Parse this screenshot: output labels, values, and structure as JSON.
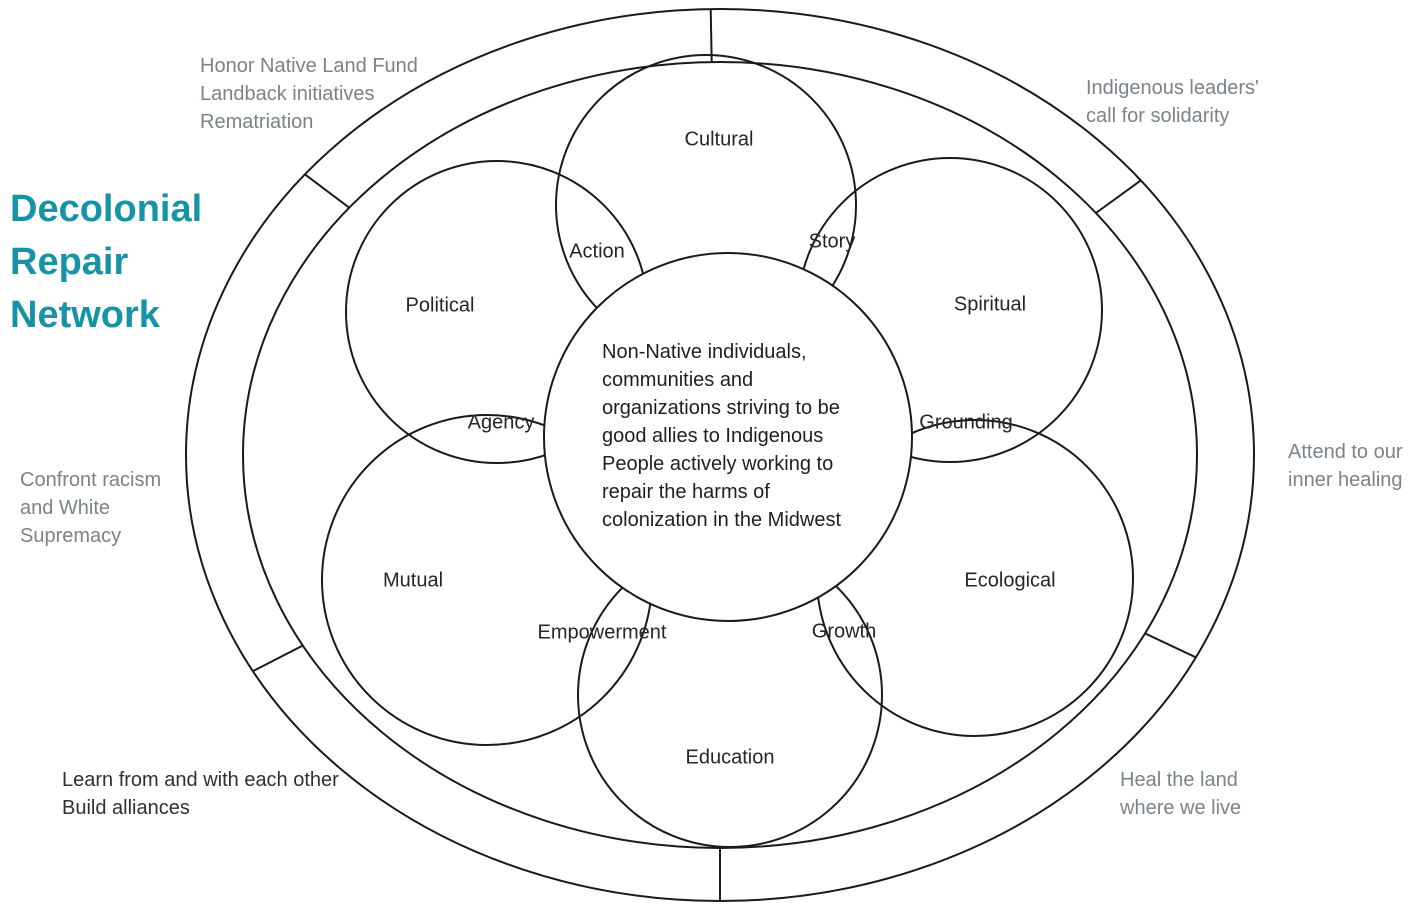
{
  "title": {
    "text": "Decolonial\nRepair\nNetwork",
    "color": "#1793a8"
  },
  "center_circle": {
    "text": "Non-Native individuals, communities and organizations striving to be good allies to Indigenous People actively working to repair the harms of colonization in the Midwest"
  },
  "petals": [
    {
      "id": "cultural",
      "label": "Cultural"
    },
    {
      "id": "political",
      "label": "Political"
    },
    {
      "id": "spiritual",
      "label": "Spiritual"
    },
    {
      "id": "mutual",
      "label": "Mutual"
    },
    {
      "id": "ecological",
      "label": "Ecological"
    },
    {
      "id": "education",
      "label": "Education"
    }
  ],
  "overlaps": [
    {
      "id": "action",
      "label": "Action",
      "between": "Political & Cultural"
    },
    {
      "id": "story",
      "label": "Story",
      "between": "Cultural & Spiritual"
    },
    {
      "id": "grounding",
      "label": "Grounding",
      "between": "Spiritual & Ecological"
    },
    {
      "id": "growth",
      "label": "Growth",
      "between": "Ecological & Education"
    },
    {
      "id": "empowerment",
      "label": "Empowerment",
      "between": "Education & Mutual"
    },
    {
      "id": "agency",
      "label": "Agency",
      "between": "Mutual & Political"
    }
  ],
  "outer_notes": [
    {
      "id": "top-left",
      "text": "Honor Native Land Fund\nLandback initiatives\nRematriation",
      "color": "#7b8289"
    },
    {
      "id": "top-right",
      "text": "Indigenous leaders'\ncall for solidarity",
      "color": "#7b8289"
    },
    {
      "id": "right",
      "text": "Attend to our\ninner healing",
      "color": "#7b8289"
    },
    {
      "id": "bottom-right",
      "text": "Heal the land\nwhere we live",
      "color": "#7b8289"
    },
    {
      "id": "bottom-left",
      "text": "Learn from and with each other\nBuild alliances",
      "color": "#303030"
    },
    {
      "id": "left",
      "text": "Confront racism\nand White\nSupremacy",
      "color": "#7b8289"
    }
  ],
  "colors": {
    "line": "#1a1a1a",
    "title_teal": "#1793a8",
    "note_gray": "#7b8289",
    "note_dark": "#303030",
    "label_text": "#262626"
  }
}
